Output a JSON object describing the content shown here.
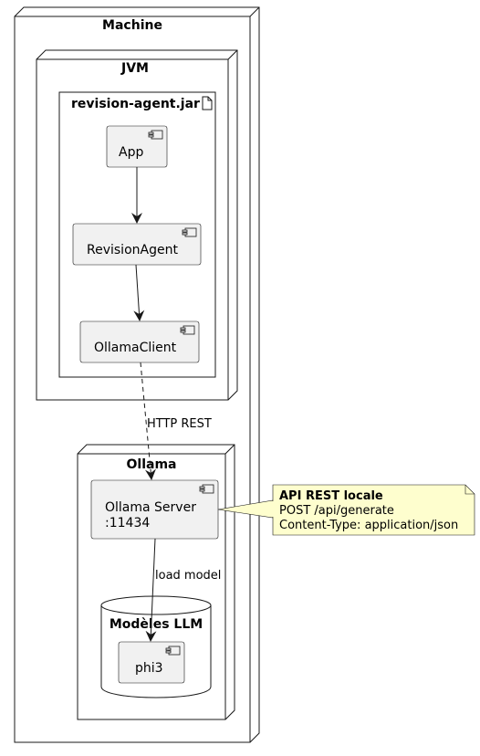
{
  "nodes": {
    "machine": {
      "title": "Machine"
    },
    "jvm": {
      "title": "JVM"
    },
    "jar": {
      "title": "revision-agent.jar"
    },
    "ollama": {
      "title": "Ollama"
    },
    "models": {
      "title": "Modèles LLM"
    }
  },
  "components": {
    "app": {
      "label": "App"
    },
    "revision_agent": {
      "label": "RevisionAgent"
    },
    "ollama_client": {
      "label": "OllamaClient"
    },
    "ollama_server": {
      "label_line1": "Ollama Server",
      "label_line2": ":11434"
    },
    "phi3": {
      "label": "phi3"
    }
  },
  "edges": {
    "http_rest": {
      "label": "HTTP REST"
    },
    "load_model": {
      "label": "load model"
    }
  },
  "note": {
    "title": "API REST locale",
    "line1": "POST /api/generate",
    "line2": "Content-Type: application/json"
  },
  "colors": {
    "component_fill": "#f1f1f1",
    "note_fill": "#fefece",
    "line": "#181818"
  }
}
